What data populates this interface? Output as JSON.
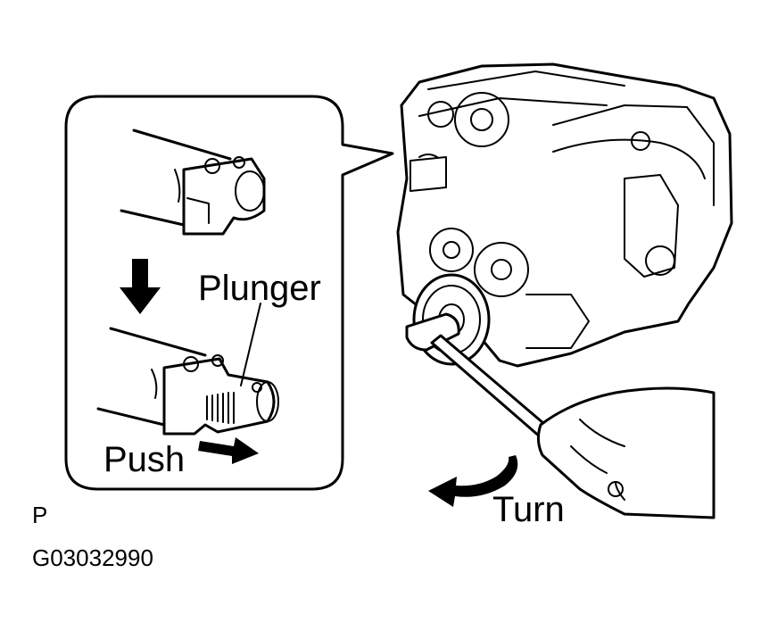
{
  "labels": {
    "plunger": "Plunger",
    "push": "Push",
    "turn": "Turn",
    "view_letter": "P",
    "figure_code": "G03032990"
  },
  "icons": [
    "down-arrow-icon",
    "push-arrow-icon",
    "turn-arrow-icon"
  ]
}
